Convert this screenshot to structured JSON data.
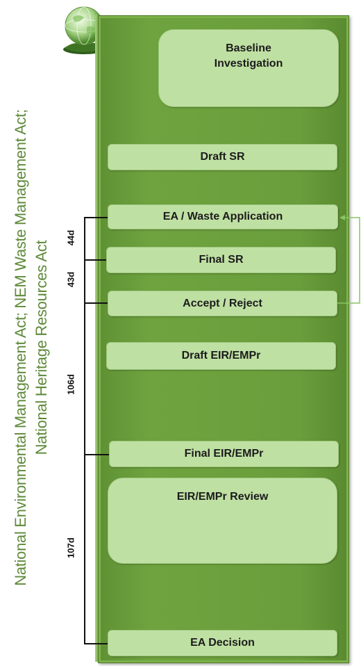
{
  "side_title": {
    "line1": "National Environmental Management Act; NEM Waste Management Act;",
    "line2": "National Heritage Resources Act"
  },
  "colors": {
    "panel": "#6ea33f",
    "box": "#bfe0a3",
    "title": "#5e8a3a",
    "feedback_line": "#8bc466"
  },
  "steps": [
    {
      "label": "Baseline\nInvestigation"
    },
    {
      "label": "Draft SR"
    },
    {
      "label": "EA / Waste Application"
    },
    {
      "label": "Final SR"
    },
    {
      "label": "Accept     /     Reject"
    },
    {
      "label": "Draft EIR/EMPr"
    },
    {
      "label": "Final EIR/EMPr"
    },
    {
      "label": "EIR/EMPr Review"
    },
    {
      "label": "EA Decision"
    }
  ],
  "durations": [
    {
      "label": "44d"
    },
    {
      "label": "43d"
    },
    {
      "label": "106d"
    },
    {
      "label": "107d"
    }
  ],
  "icons": {
    "logo": "globe-in-hand-icon"
  }
}
